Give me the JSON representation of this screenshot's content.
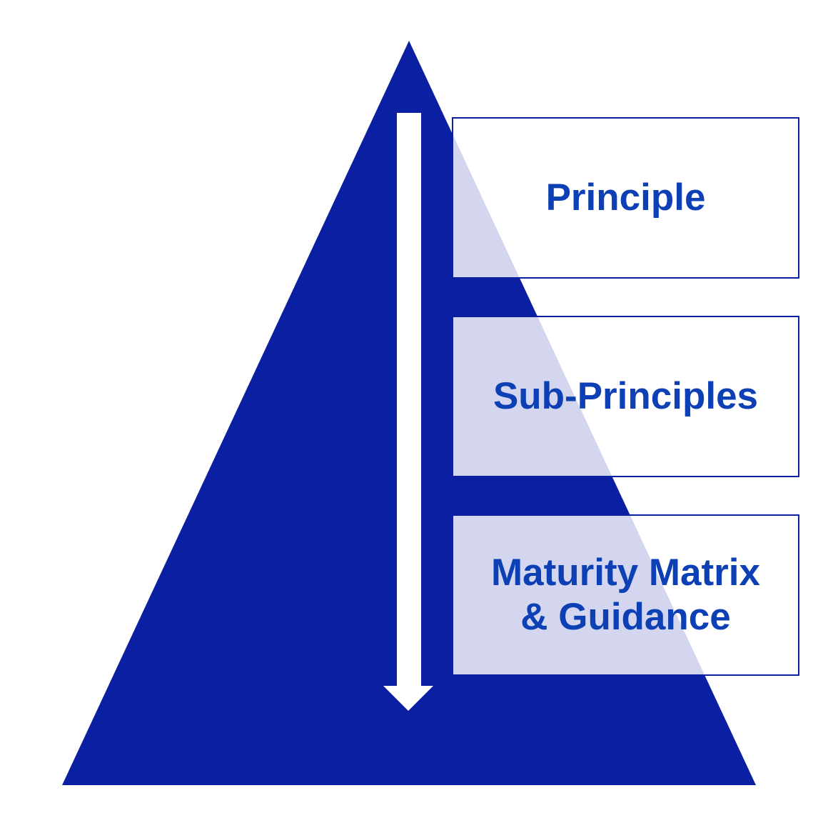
{
  "colors": {
    "pyramid": "#0b1fa2",
    "arrow": "#ffffff",
    "box_border": "#0b1fa2",
    "label_text": "#0d3fb5",
    "box_overlay": "rgba(255,255,255,0.82)"
  },
  "levels": [
    {
      "label": "Principle"
    },
    {
      "label": "Sub-Principles"
    },
    {
      "label": "Maturity Matrix\n& Guidance"
    }
  ]
}
